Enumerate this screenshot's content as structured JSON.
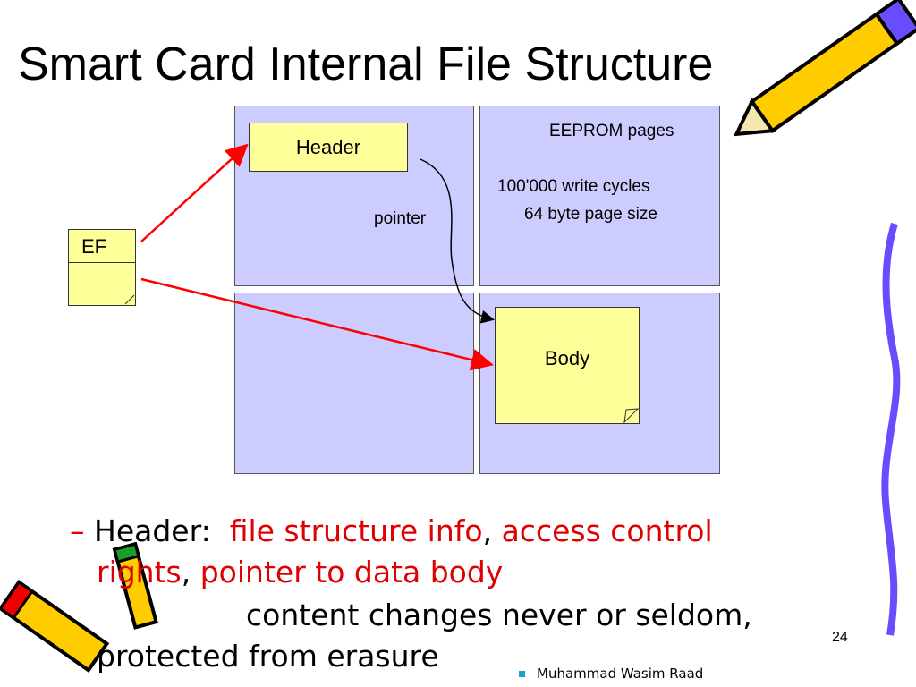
{
  "title": "Smart Card Internal File Structure",
  "diagram": {
    "eeprom_label": "EEPROM pages",
    "write_cycles": "100'000 write cycles",
    "page_size": "64 byte page size",
    "header": "Header",
    "ef": "EF",
    "body": "Body",
    "pointer": "pointer"
  },
  "bullet": {
    "dash": "–",
    "lead": "Header:",
    "p1": "file structure info",
    "c1": ",",
    "p2": "access control rights",
    "c2": ",",
    "p3": "pointer to data body",
    "line3": "content changes never or seldom,",
    "line4": "protected from erasure"
  },
  "footer": {
    "author": "Muhammad Wasim Raad",
    "page": "24"
  },
  "colors": {
    "page": "#ccccff",
    "note": "#ffff99",
    "arrow": "#ff0000",
    "accent": "#e00000"
  }
}
